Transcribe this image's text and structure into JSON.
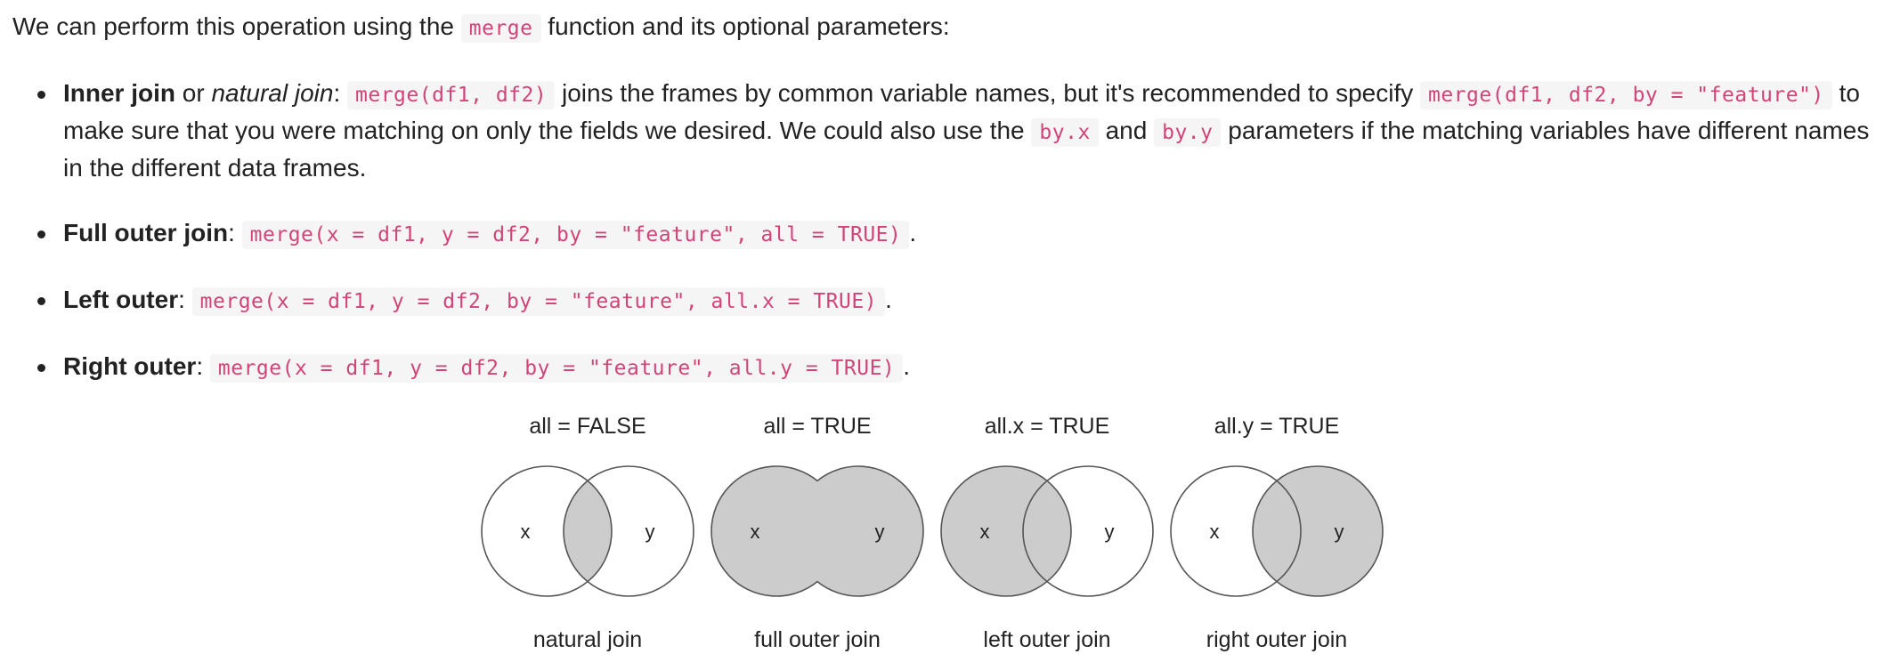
{
  "intro": {
    "before": "We can perform this operation using the",
    "code": "merge",
    "after": "function and its optional parameters:"
  },
  "bullets": {
    "inner": {
      "term": "Inner join",
      "or": "or",
      "alt_term": "natural join",
      "colon": ":",
      "code1": "merge(df1, df2)",
      "text1": "joins the frames by common variable names, but it's recommended to specify",
      "code2": "merge(df1, df2, by = \"feature\")",
      "text2": "to",
      "text3": "make sure that you were matching on only the fields we desired. We could also use the",
      "code3": "by.x",
      "and": "and",
      "code4": "by.y",
      "text4": "parameters if the matching variables have different names",
      "text5": "in the different data frames."
    },
    "full": {
      "term": "Full outer join",
      "colon": ":",
      "code": "merge(x = df1, y = df2, by = \"feature\", all = TRUE)",
      "period": "."
    },
    "left": {
      "term": "Left outer",
      "colon": ":",
      "code": "merge(x = df1, y = df2, by = \"feature\", all.x = TRUE)",
      "period": "."
    },
    "right": {
      "term": "Right outer",
      "colon": ":",
      "code": "merge(x = df1, y = df2, by = \"feature\", all.y = TRUE)",
      "period": "."
    }
  },
  "diagram": {
    "fill_color": "#cccccc",
    "stroke_color": "#555555",
    "panels": [
      {
        "title": "all = FALSE",
        "caption": "natural join",
        "x_label": "x",
        "y_label": "y",
        "shaded": "intersection"
      },
      {
        "title": "all = TRUE",
        "caption": "full outer join",
        "x_label": "x",
        "y_label": "y",
        "shaded": "union"
      },
      {
        "title": "all.x = TRUE",
        "caption": "left outer join",
        "x_label": "x",
        "y_label": "y",
        "shaded": "left"
      },
      {
        "title": "all.y = TRUE",
        "caption": "right outer join",
        "x_label": "x",
        "y_label": "y",
        "shaded": "right"
      }
    ]
  }
}
